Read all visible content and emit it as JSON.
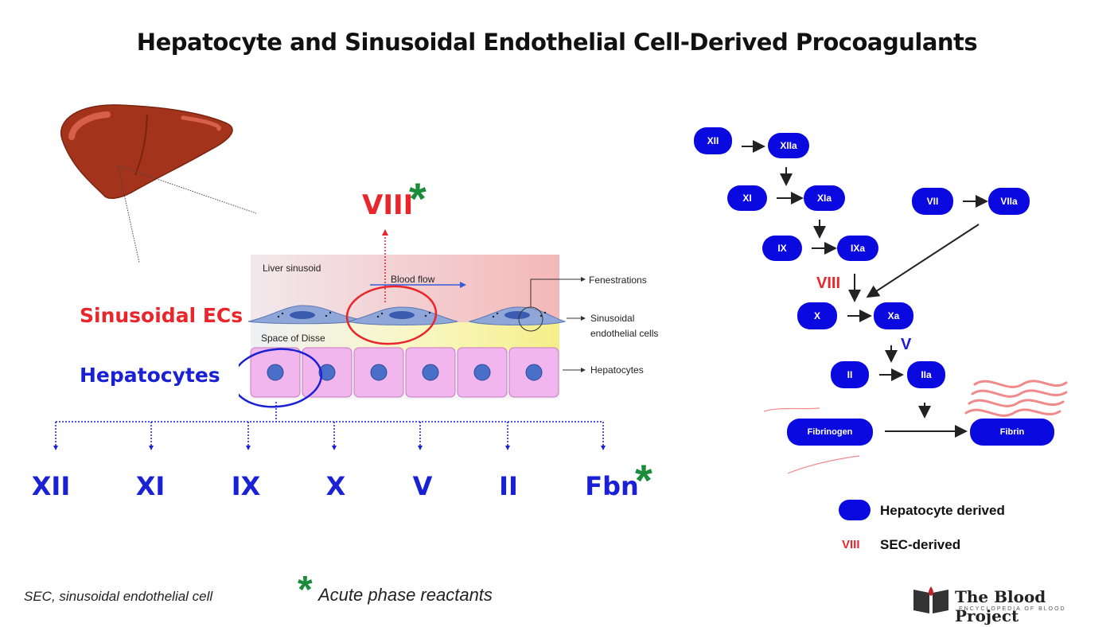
{
  "title": "Hepatocyte and Sinusoidal Endothelial Cell-Derived Procoagulants",
  "left": {
    "sinusoidal_label": "Sinusoidal ECs",
    "hepatocytes_label": "Hepatocytes",
    "viii_label": "VIII",
    "asterisk": "*",
    "factors": [
      "XII",
      "XI",
      "IX",
      "X",
      "V",
      "II",
      "Fbn"
    ]
  },
  "diagram": {
    "liver_sinusoid": "Liver sinusoid",
    "blood_flow": "Blood flow",
    "space_of_disse": "Space of Disse",
    "fenestrations": "Fenestrations",
    "sec_line1": "Sinusoidal",
    "sec_line2": "endothelial cells",
    "hepatocytes": "Hepatocytes"
  },
  "cascade": {
    "nodes": {
      "XII": "XII",
      "XIIa": "XIIa",
      "XI": "XI",
      "XIa": "XIa",
      "IX": "IX",
      "IXa": "IXa",
      "X": "X",
      "Xa": "Xa",
      "VII": "VII",
      "VIIa": "VIIa",
      "II": "II",
      "IIa": "IIa",
      "Fibrinogen": "Fibrinogen",
      "Fibrin": "Fibrin"
    },
    "cofactor_viii": "VIII",
    "cofactor_v": "V"
  },
  "legend": {
    "hepatocyte_derived": "Hepatocyte derived",
    "sec_marker": "VIII",
    "sec_derived": "SEC-derived"
  },
  "footer": {
    "abbrev": "SEC, sinusoidal endothelial cell",
    "acute_phase": "Acute phase reactants",
    "asterisk": "*"
  },
  "logo": {
    "name": "The Blood Project",
    "tagline": "ENCYCLOPEDIA OF BLOOD"
  },
  "colors": {
    "red": "#e8262b",
    "blue": "#1a20d4",
    "green": "#1a8c3a",
    "pill": "#0a0ae0"
  }
}
